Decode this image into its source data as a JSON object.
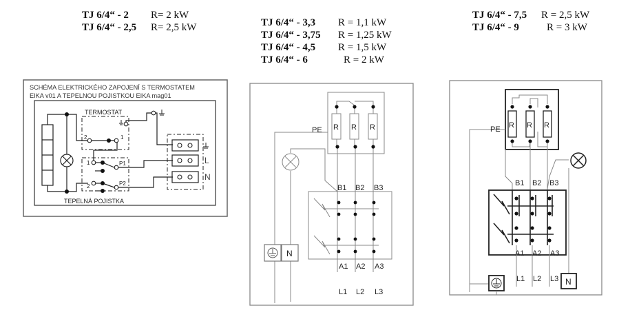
{
  "groups": [
    {
      "models": [
        {
          "model": "TJ 6/4“ - 2",
          "power": "R= 2 kW"
        },
        {
          "model": "TJ 6/4“ - 2,5",
          "power": "R= 2,5 kW"
        }
      ]
    },
    {
      "models": [
        {
          "model": "TJ 6/4“ - 3,3",
          "power": "R = 1,1 kW"
        },
        {
          "model": "TJ 6/4“ - 3,75",
          "power": "R = 1,25 kW"
        },
        {
          "model": "TJ 6/4“ - 4,5",
          "power": "R = 1,5 kW"
        },
        {
          "model": "TJ 6/4“ - 6",
          "power": "R = 2 kW"
        }
      ]
    },
    {
      "models": [
        {
          "model": "TJ 6/4“ - 7,5",
          "power": "R = 2,5 kW"
        },
        {
          "model": "TJ 6/4“ - 9",
          "power": "R = 3 kW"
        }
      ]
    }
  ],
  "diagram1": {
    "title_line1": "SCHÉMA ELEKTRICKÉHO ZAPOJENÍ S TERMOSTATEM",
    "title_line2": "EIKA v01 A TEPELNOU POJISTKOU EIKA mag01",
    "thermostat_label": "TERMOSTAT",
    "fuse_label": "TEPELNÁ  POJISTKA",
    "pin_1": "1",
    "pin_2": "2",
    "p1": "P1",
    "p2": "P2",
    "terminal_L": "L",
    "terminal_N": "N",
    "ground_symbol": "⏚"
  },
  "diagram2": {
    "pe": "PE",
    "resistor": "R",
    "b_labels": [
      "B1",
      "B2",
      "B3"
    ],
    "a_labels": [
      "A1",
      "A2",
      "A3"
    ],
    "l_labels": [
      "L1",
      "L2",
      "L3"
    ],
    "neutral": "N"
  },
  "diagram3": {
    "pe": "PE",
    "resistor": "R",
    "b_labels": [
      "B1",
      "B2",
      "B3"
    ],
    "a_labels": [
      "A1",
      "A2",
      "A3"
    ],
    "l_labels": [
      "L1",
      "L2",
      "L3"
    ],
    "neutral": "N"
  }
}
